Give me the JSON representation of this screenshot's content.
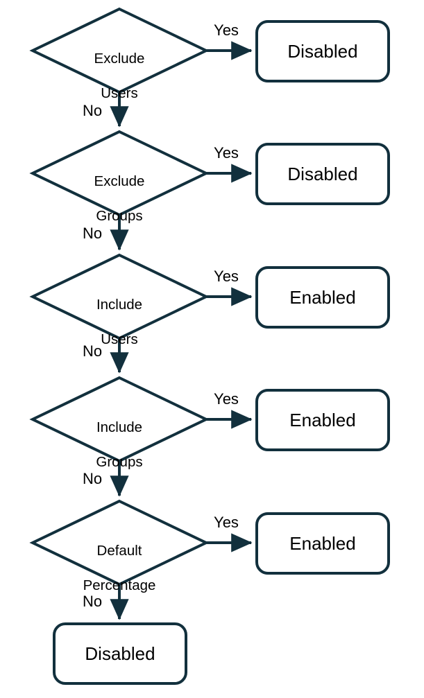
{
  "diagram": {
    "title": "Feature flag evaluation flowchart",
    "type": "flowchart",
    "colors": {
      "stroke": "#12303d",
      "text": "#000000",
      "background": "#ffffff",
      "shape_fill": "#ffffff"
    },
    "decisions": [
      {
        "id": "exclude-users",
        "line1": "Exclude",
        "line2": "Users",
        "yes_label": "Yes",
        "no_label": "No",
        "yes_target": "Disabled"
      },
      {
        "id": "exclude-groups",
        "line1": "Exclude",
        "line2": "Groups",
        "yes_label": "Yes",
        "no_label": "No",
        "yes_target": "Disabled"
      },
      {
        "id": "include-users",
        "line1": "Include",
        "line2": "Users",
        "yes_label": "Yes",
        "no_label": "No",
        "yes_target": "Enabled"
      },
      {
        "id": "include-groups",
        "line1": "Include",
        "line2": "Groups",
        "yes_label": "Yes",
        "no_label": "No",
        "yes_target": "Enabled"
      },
      {
        "id": "default-percentage",
        "line1": "Default",
        "line2": "Percentage",
        "yes_label": "Yes",
        "no_label": "No",
        "yes_target": "Enabled"
      }
    ],
    "outcomes": [
      {
        "id": "outcome-1",
        "label": "Disabled"
      },
      {
        "id": "outcome-2",
        "label": "Disabled"
      },
      {
        "id": "outcome-3",
        "label": "Enabled"
      },
      {
        "id": "outcome-4",
        "label": "Enabled"
      },
      {
        "id": "outcome-5",
        "label": "Enabled"
      }
    ],
    "terminal": {
      "id": "outcome-final",
      "label": "Disabled"
    }
  }
}
